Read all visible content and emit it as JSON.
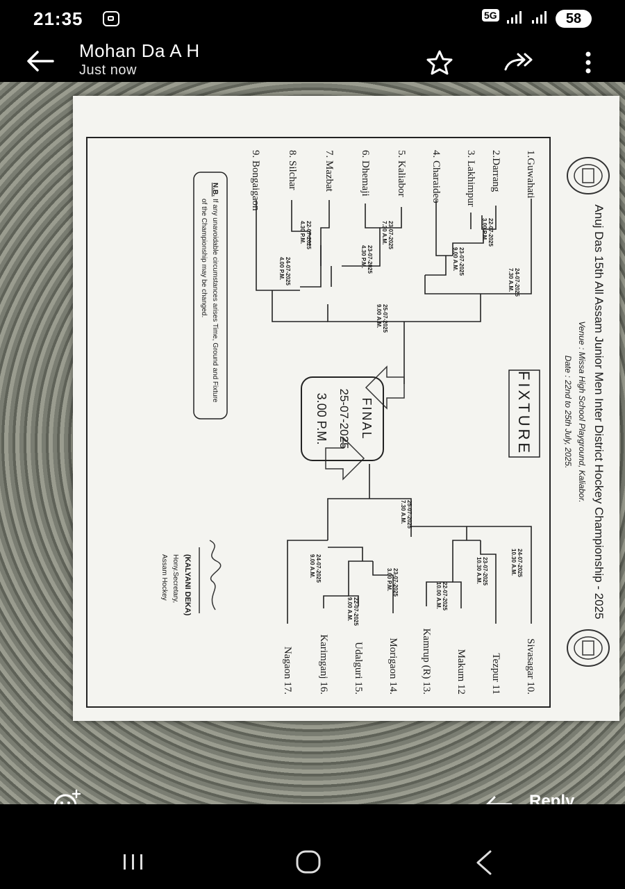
{
  "status_bar": {
    "time": "21:35",
    "network": "5G",
    "battery": "58"
  },
  "header": {
    "sender": "Mohan Da A H",
    "subtitle": "Just now"
  },
  "document": {
    "title": "Anuj Das 15th All Assam Junior Men Inter District Hockey Championship - 2025",
    "venue": "Venue : Missa High School Playground, Kaliabor.",
    "date": "Date : 22nd to 25th July, 2025.",
    "heading": "FIXTURE",
    "left_teams": [
      "1.Guwahati",
      "2.Darrang",
      "3. Lakhimpur",
      "4. Charaideo",
      "5. Kaliabor",
      "6. Dhemaji",
      "7. Mazbat",
      "8. Silchar",
      "9. Bongaigaon"
    ],
    "right_teams": [
      "Sivasagar 10.",
      "Tezpur 11",
      "Makum 12",
      "Kamrup (R) 13.",
      "Morigaon 14.",
      "Udalguri 15.",
      "Karimganj 16.",
      "Nagaon 17."
    ],
    "left_matches": [
      {
        "date": "22-07-2025",
        "time": "3.00 P.M."
      },
      {
        "date": "23-07-2025",
        "time": "9.00 A.M."
      },
      {
        "date": "24-07-2025",
        "time": "7.30 A.M."
      },
      {
        "date": "23-07-2025",
        "time": "7.30 A.M."
      },
      {
        "date": "23-07-2025",
        "time": "4.30 P.M."
      },
      {
        "date": "22-07-2025",
        "time": "4.30 P.M."
      },
      {
        "date": "24-07-2025",
        "time": "4.00 P.M."
      },
      {
        "date": "25-07-2025",
        "time": "9.00 A.M."
      }
    ],
    "right_matches": [
      {
        "date": "24-07-2025",
        "time": "10.30 A.M."
      },
      {
        "date": "23-07-2025",
        "time": "10.30 A.M."
      },
      {
        "date": "22-07-2025",
        "time": "10.00 A.M."
      },
      {
        "date": "23-07-2025",
        "time": "3.00 P.M."
      },
      {
        "date": "22-07-2025",
        "time": "9.00 A.M."
      },
      {
        "date": "24-07-2025",
        "time": "9.00 A.M."
      },
      {
        "date": "25-07-2025",
        "time": "7.30 A.M."
      }
    ],
    "final": {
      "label": "FINAL",
      "date": "25-07-2025",
      "time": "3.00 P.M."
    },
    "note_label": "N.B.",
    "note_line1": "If any unavoidable circumstances arises Time, Ground and Fixture",
    "note_line2": "of the Championship may be changed.",
    "signatory_name": "(KALYANI DEKA)",
    "signatory_role": "Hony.Secretary,",
    "signatory_org": "Assam Hockey"
  },
  "actions": {
    "reply": "Reply"
  },
  "colors": {
    "background": "#000000",
    "text": "#ffffff",
    "paper": "#f4f4f0"
  }
}
